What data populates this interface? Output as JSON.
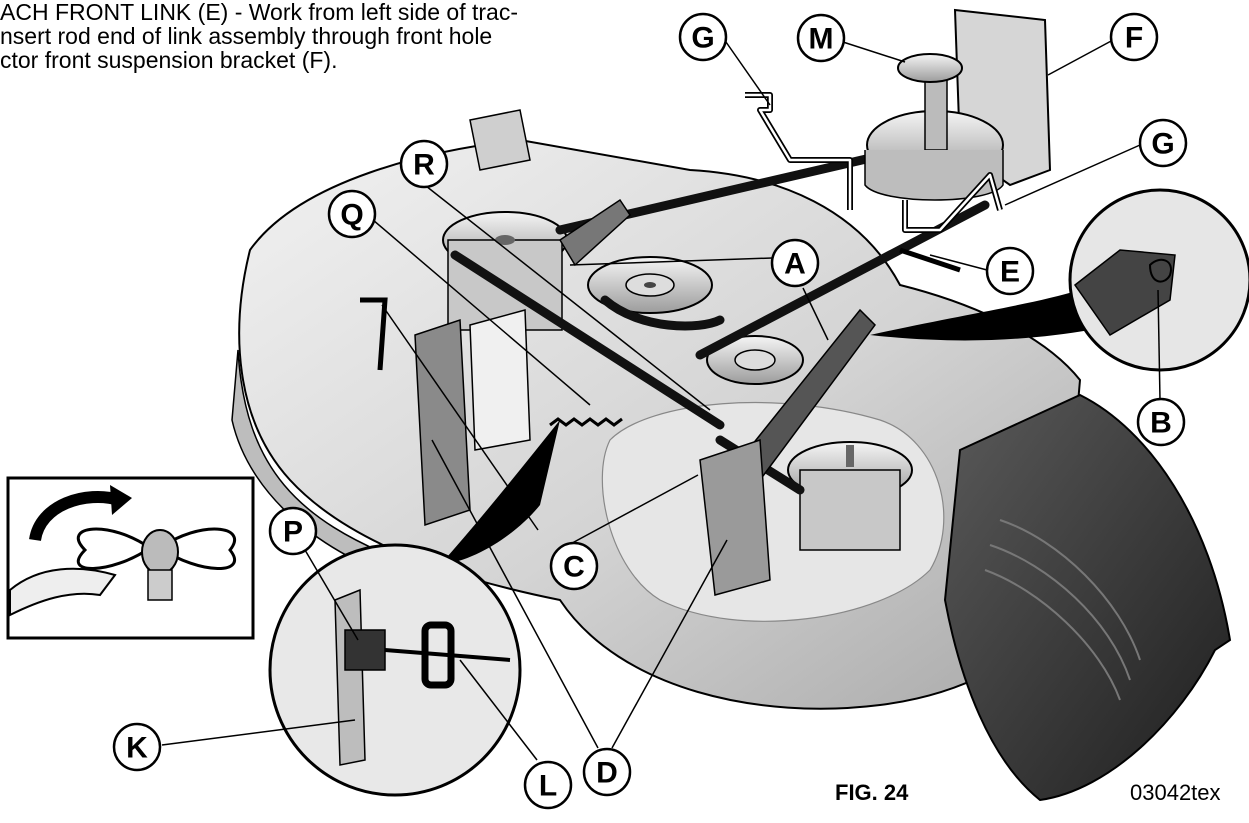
{
  "intro_lines": [
    "ACH FRONT LINK (E) - Work from left side of trac-",
    "nsert rod end of link assembly through front hole",
    "ctor front suspension bracket (F)."
  ],
  "callouts": {
    "G1": "G",
    "M": "M",
    "F": "F",
    "G2": "G",
    "R": "R",
    "Q": "Q",
    "A": "A",
    "E": "E",
    "B": "B",
    "P": "P",
    "C": "C",
    "K": "K",
    "L": "L",
    "D": "D"
  },
  "figure_label": "FIG. 24",
  "drawing_code": "03042tex",
  "colors": {
    "line": "#000000",
    "deck": "#d9d9d9",
    "shadow": "#9a9a9a",
    "chute": "#3a3a3a",
    "belt": "#111111"
  }
}
